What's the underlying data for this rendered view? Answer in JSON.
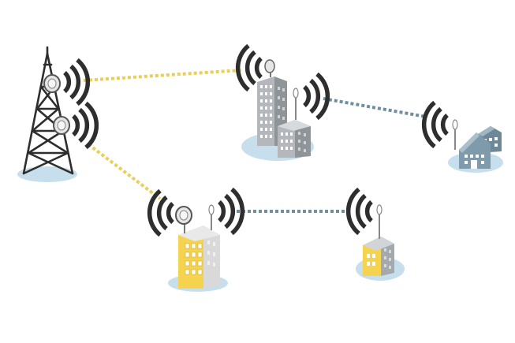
{
  "diagram": {
    "nodes": [
      {
        "id": "tower",
        "kind": "lattice-transmission-tower",
        "icon": "cell-tower-icon"
      },
      {
        "id": "office-cluster",
        "kind": "office-buildings-with-antenna",
        "icon": "office-buildings-icon"
      },
      {
        "id": "suburban-homes",
        "kind": "houses-with-antenna",
        "icon": "houses-icon"
      },
      {
        "id": "yellow-apartment",
        "kind": "apartment-building-with-dish",
        "icon": "apartment-building-icon"
      },
      {
        "id": "small-yellow-building",
        "kind": "small-building-with-antenna",
        "icon": "small-building-icon"
      }
    ],
    "links": [
      {
        "from": "tower",
        "to": "office-cluster",
        "style": "dotted",
        "color": "#e9cf55"
      },
      {
        "from": "tower",
        "to": "yellow-apartment",
        "style": "dotted",
        "color": "#e9cf55"
      },
      {
        "from": "office-cluster",
        "to": "suburban-homes",
        "style": "dotted",
        "color": "#6f8f9e"
      },
      {
        "from": "yellow-apartment",
        "to": "small-yellow-building",
        "style": "dotted",
        "color": "#6f8f9e"
      }
    ],
    "colors": {
      "ground": "#c7dfec",
      "yellow": "#f5d34f",
      "gray_building": "#b4b8bc",
      "blue_house": "#7f9aaa",
      "tower": "#2e2e2e",
      "wave": "#2e2e2e"
    }
  }
}
